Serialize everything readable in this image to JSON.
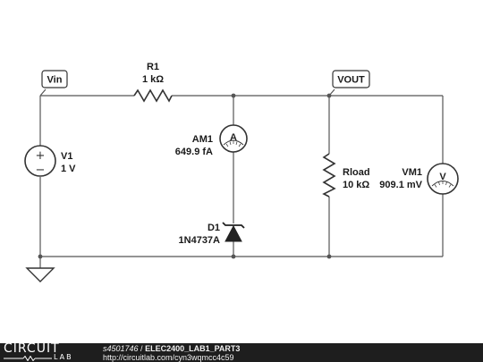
{
  "circuit": {
    "flags": {
      "vin": "Vin",
      "vout": "VOUT"
    },
    "resistor_r1": {
      "name": "R1",
      "value": "1 kΩ"
    },
    "source_v1": {
      "name": "V1",
      "value": "1 V",
      "plus": "+",
      "minus": "−"
    },
    "ammeter_am1": {
      "name": "AM1",
      "value": "649.9 fA",
      "symbol": "A"
    },
    "zener_d1": {
      "name": "D1",
      "value": "1N4737A"
    },
    "resistor_rload": {
      "name": "Rload",
      "value": "10 kΩ"
    },
    "voltmeter_vm1": {
      "name": "VM1",
      "value": "909.1 mV",
      "symbol": "V"
    }
  },
  "footer": {
    "brand_top": "CIRCUIT",
    "brand_bottom": "LAB",
    "user": "s4501746",
    "separator": " / ",
    "title": "ELEC2400_LAB1_PART3",
    "url": "http://circuitlab.com/cyn3wqmcc4c59"
  },
  "colors": {
    "wire": "#555555",
    "component": "#333333",
    "footer_bg": "#1e1e1e",
    "footer_text": "#f2f2f2"
  }
}
